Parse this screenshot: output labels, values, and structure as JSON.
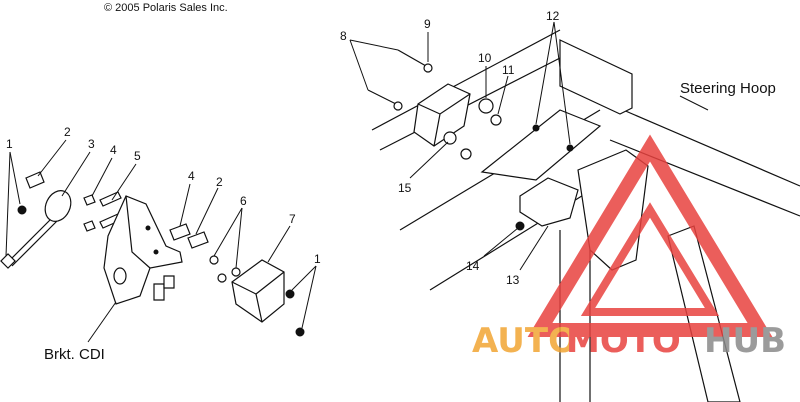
{
  "copyright": "© 2005 Polaris Sales Inc.",
  "callouts": {
    "c1a": "1",
    "c2a": "2",
    "c3": "3",
    "c4a": "4",
    "c5": "5",
    "c4b": "4",
    "c2b": "2",
    "c6": "6",
    "c7": "7",
    "c1b": "1",
    "c8": "8",
    "c9": "9",
    "c10": "10",
    "c11": "11",
    "c12": "12",
    "c15": "15",
    "c14": "14",
    "c13": "13"
  },
  "labels": {
    "steering_hoop": "Steering Hoop",
    "brkt_cdi": "Brkt. CDI"
  },
  "watermark": {
    "auto": "AUTO",
    "moto": "MOTO",
    "hub": "HUB",
    "colors": {
      "red": "#e8423f",
      "orange": "#f2a533",
      "gray": "#8a8a8a"
    }
  }
}
